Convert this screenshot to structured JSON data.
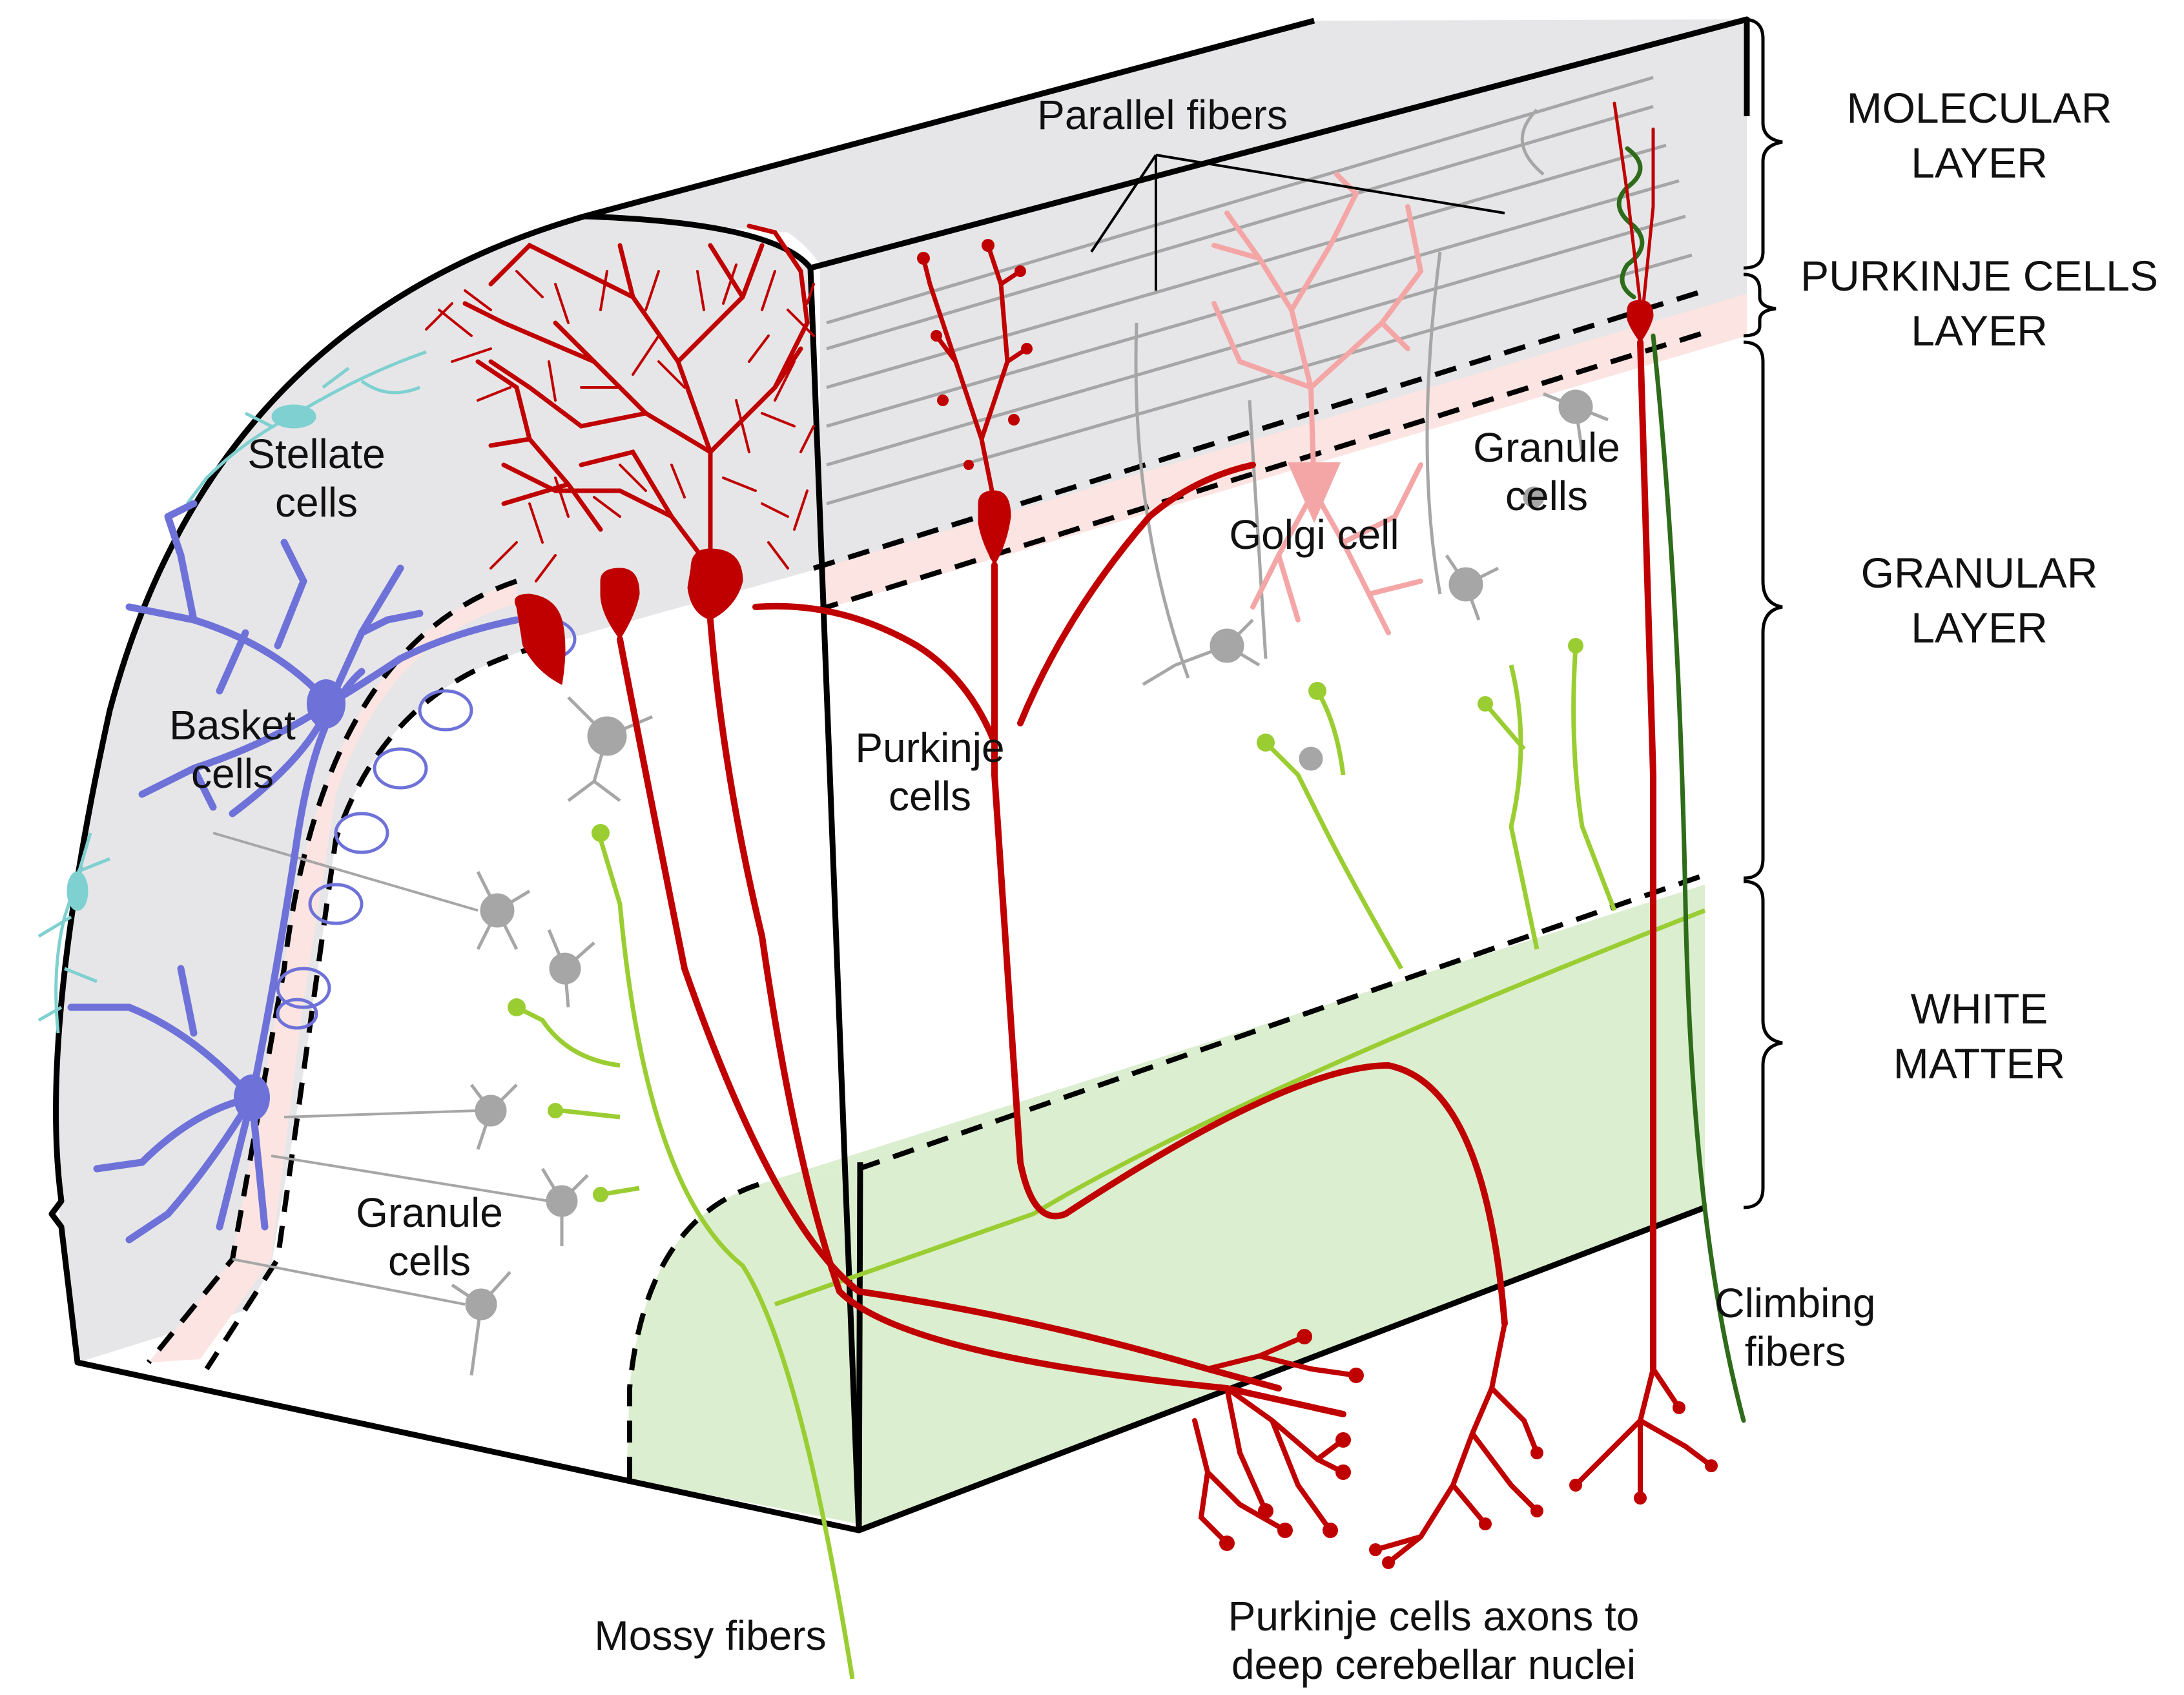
{
  "labels": {
    "parallel_fibers": "Parallel fibers",
    "stellate": [
      "Stellate",
      "cells"
    ],
    "basket": [
      "Basket",
      "cells"
    ],
    "granule_left": [
      "Granule",
      "cells"
    ],
    "granule_right": [
      "Granule",
      "cells"
    ],
    "purkinje": [
      "Purkinje",
      "cells"
    ],
    "golgi": "Golgi cell",
    "climbing": [
      "Climbing",
      "fibers"
    ],
    "mossy": "Mossy fibers",
    "purkinje_axons": [
      "Purkinje cells axons to",
      "deep cerebellar nuclei"
    ]
  },
  "layers": {
    "molecular": [
      "MOLECULAR",
      "LAYER"
    ],
    "purkinje": [
      "PURKINJE CELLS",
      "LAYER"
    ],
    "granular": [
      "GRANULAR",
      "LAYER"
    ],
    "white_matter": [
      "WHITE",
      "MATTER"
    ]
  },
  "colors": {
    "purkinje": "#c00000",
    "purkinje_light": "#f4a6a6",
    "basket": "#6e72d8",
    "stellate": "#7fd0d0",
    "granule": "#a6a6a6",
    "mossy": "#9acd32",
    "climbing": "#2e6b1a",
    "molecular_fill": "#e4e4e6",
    "purkinje_band": "#fbe3e0",
    "white_matter_fill": "#d9edcc"
  }
}
